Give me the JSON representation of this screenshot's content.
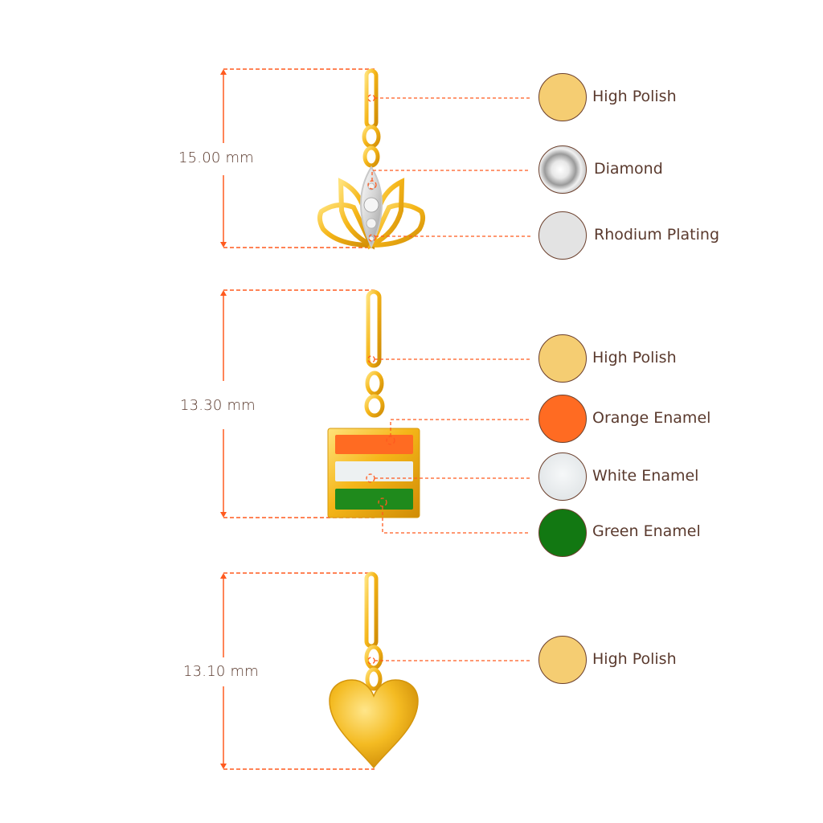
{
  "pendants": [
    {
      "name": "lotus",
      "dimension": "15.00 mm",
      "materials": [
        {
          "label": "High Polish",
          "color": "#f5cd72",
          "icon": "gold-swatch"
        },
        {
          "label": "Diamond",
          "color": "#dcdcdc",
          "icon": "diamond-swatch"
        },
        {
          "label": "Rhodium Plating",
          "color": "#e3e3e3",
          "icon": "rhodium-swatch"
        }
      ]
    },
    {
      "name": "flag",
      "dimension": "13.30 mm",
      "materials": [
        {
          "label": "High Polish",
          "color": "#f5cd72",
          "icon": "gold-swatch"
        },
        {
          "label": "Orange Enamel",
          "color": "#ff6b22",
          "icon": "orange-swatch"
        },
        {
          "label": "White Enamel",
          "color": "#e6eaec",
          "icon": "white-swatch"
        },
        {
          "label": "Green Enamel",
          "color": "#127812",
          "icon": "green-swatch"
        }
      ]
    },
    {
      "name": "heart",
      "dimension": "13.10 mm",
      "materials": [
        {
          "label": "High Polish",
          "color": "#f5cd72",
          "icon": "gold-swatch"
        }
      ]
    }
  ],
  "colors": {
    "leader": "#ff5a1f",
    "text": "#5a3a2e",
    "gold": "#f2b319",
    "gold_dark": "#c98a06"
  }
}
